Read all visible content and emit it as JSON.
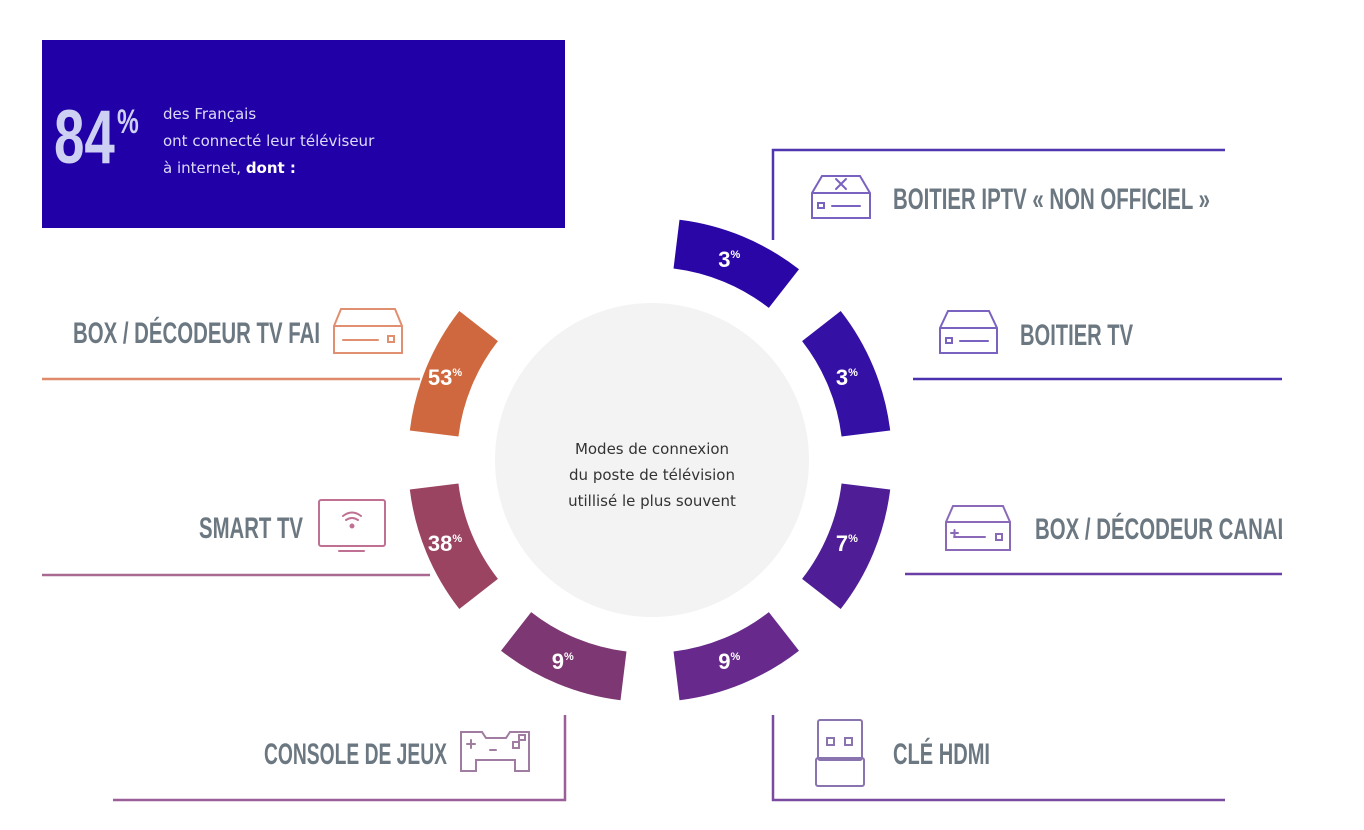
{
  "header": {
    "big_number": "84",
    "big_unit": "%",
    "line1": "des Français",
    "line2": "ont connecté leur téléviseur",
    "line3_a": "à internet, ",
    "line3_b": "dont :",
    "bg_color": "#2200a8"
  },
  "chart_data": {
    "type": "radial",
    "title": "Modes de connexion du poste de télévision utillisé le plus souvent",
    "center_lines": [
      "Modes de connexion",
      "du poste de télévision",
      "utillisé le plus souvent"
    ],
    "unit": "%",
    "segments": [
      {
        "label": "BOITIER IPTV « NON OFFICIEL »",
        "value": 3,
        "pct": "3",
        "color": "#2a06a6",
        "icon": "iptv-box-icon"
      },
      {
        "label": "BOITIER TV",
        "value": 3,
        "pct": "3",
        "color": "#3510a4",
        "icon": "tv-box-icon"
      },
      {
        "label": "BOX / DÉCODEUR CANAL",
        "value": 7,
        "pct": "7",
        "color": "#4f1e96",
        "icon": "decoder-icon"
      },
      {
        "label": "CLÉ HDMI",
        "value": 9,
        "pct": "9",
        "color": "#672a8c",
        "icon": "hdmi-key-icon"
      },
      {
        "label": "CONSOLE DE JEUX",
        "value": 9,
        "pct": "9",
        "color": "#7d3772",
        "icon": "gamepad-icon"
      },
      {
        "label": "SMART TV",
        "value": 38,
        "pct": "38",
        "color": "#9a4462",
        "icon": "smart-tv-icon"
      },
      {
        "label": "BOX / DÉCODEUR TV FAI",
        "value": 53,
        "pct": "53",
        "color": "#d0683f",
        "icon": "isp-box-icon"
      }
    ]
  }
}
